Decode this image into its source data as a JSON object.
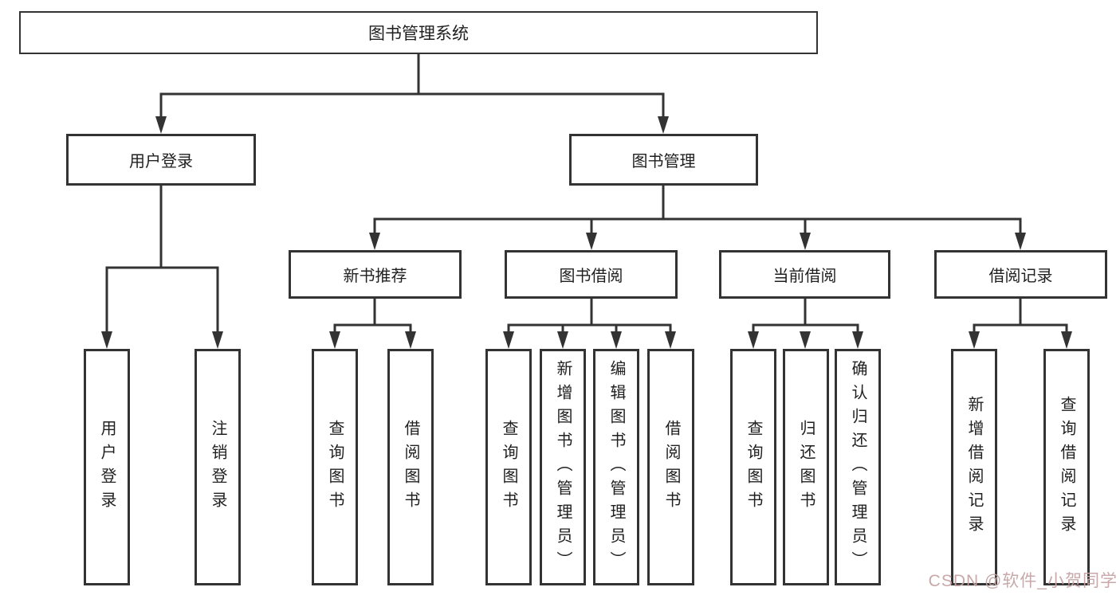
{
  "diagram_type": "hierarchy-tree",
  "colors": {
    "line": "#333333",
    "box_border": "#333333",
    "box_fill": "#ffffff",
    "text": "#1f1f1f",
    "watermark": "#c5a3a3"
  },
  "tree": {
    "root": {
      "label": "图书管理系统",
      "children": [
        {
          "label": "用户登录",
          "children": [
            {
              "label": "用户登录"
            },
            {
              "label": "注销登录"
            }
          ]
        },
        {
          "label": "图书管理",
          "children": [
            {
              "label": "新书推荐",
              "children": [
                {
                  "label": "查询图书"
                },
                {
                  "label": "借阅图书"
                }
              ]
            },
            {
              "label": "图书借阅",
              "children": [
                {
                  "label": "查询图书"
                },
                {
                  "label": "新增图书（管理员）"
                },
                {
                  "label": "编辑图书（管理员）"
                },
                {
                  "label": "借阅图书"
                }
              ]
            },
            {
              "label": "当前借阅",
              "children": [
                {
                  "label": "查询图书"
                },
                {
                  "label": "归还图书"
                },
                {
                  "label": "确认归还（管理员）"
                }
              ]
            },
            {
              "label": "借阅记录",
              "children": [
                {
                  "label": "新增借阅记录"
                },
                {
                  "label": "查询借阅记录"
                }
              ]
            }
          ]
        }
      ]
    }
  },
  "watermark": {
    "text": "CSDN @软件_小贺同学"
  }
}
